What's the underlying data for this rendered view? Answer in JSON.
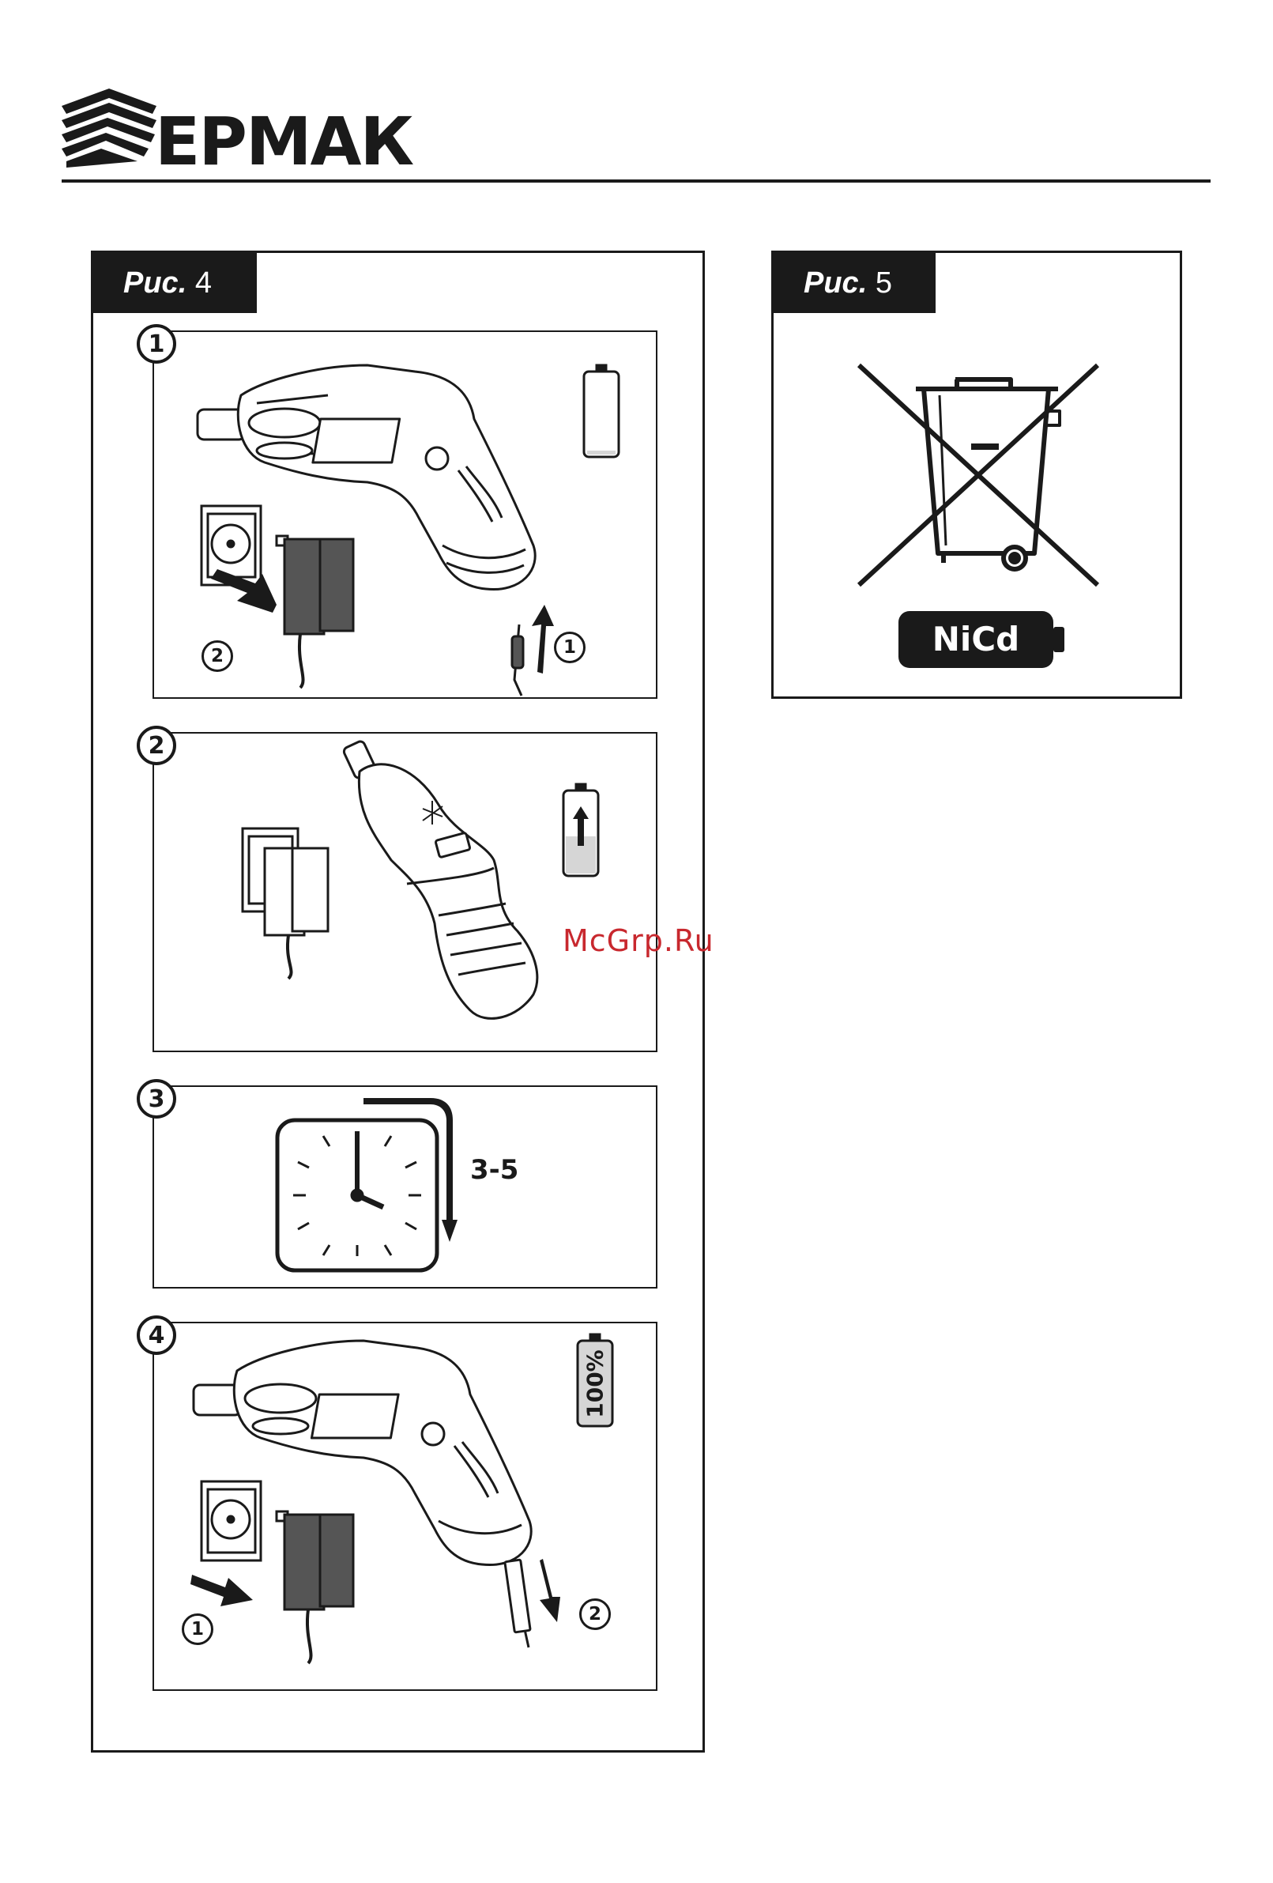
{
  "brand": {
    "name": "ЕРМАК"
  },
  "figures": [
    {
      "prefix": "Рис.",
      "number": "4",
      "steps": [
        {
          "number": "1",
          "badges": [
            "2",
            "1"
          ]
        },
        {
          "number": "2"
        },
        {
          "number": "3",
          "time_label": "3-5"
        },
        {
          "number": "4",
          "battery_label": "100%",
          "badges": [
            "1",
            "2"
          ]
        }
      ]
    },
    {
      "prefix": "Рис.",
      "number": "5",
      "label": "NiCd"
    }
  ],
  "watermark": "McGrp.Ru",
  "colors": {
    "ink": "#1a1a1a",
    "watermark": "#c8282e",
    "battery_fill": "#d6d6d6",
    "charger": "#555555"
  }
}
